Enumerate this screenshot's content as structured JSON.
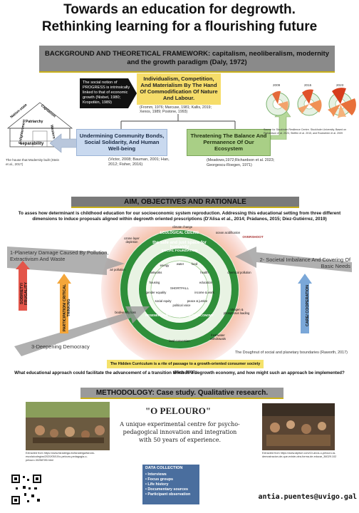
{
  "title": {
    "line1": "Towards an education for degrowth.",
    "line2": "Rethinking learning for a flourishing future"
  },
  "background": {
    "bar_text": "BACKGROUND AND THEORETICAL FRAMEWORK: capitalism, neoliberalism, modernity and the growth paradigm (Daly, 1972)",
    "progress_note": "The social notion of PROGRESS is intrinsically linked to that of economic growth (Nisbet, 1980; Kropotkin, 1989)",
    "individualism": "Individualism, Competition, And Materialism By The Hand Of Commodification Of Nature And Labour.",
    "individualism_cite": "(Fromm, 1976; Marcuse, 1981; Kallis, 2019; Xenos, 1989; Postone, 1993)",
    "undermining": "Undermining Community Bonds, Social Solidarity, And Human Well-being",
    "undermining_cite": "(Victor, 2008; Bauman, 2001; Han, 2012; Fisher, 2016)",
    "threatening": "Threatening The Balance And Permanence Of Our Ecosystem",
    "threatening_cite": "(Meadows,1972;Richardson et al. 2023; Georgescu-Roegen, 1971)",
    "house_words": [
      "separability",
      "Enlightenment",
      "Capitalism",
      "Nation-state",
      "Western",
      "Patriarchy"
    ],
    "house_caption": "The house that Modernity built (Stein et al., 2017)",
    "donut_years": [
      "2009",
      "2015",
      "2023"
    ],
    "donut_caption": "Source for Stockholm Resilience Centre. Stockholm University. Based on Richardson et al. 2023, Steffen et al. 2015, and Rockström et al. 2009"
  },
  "aim": {
    "bar_text": "AIM, OBJECTIVES AND RATIONALE",
    "text": "To asses how determinant is childhood education for our socioeconomic system reproduction. Addressing this educational setting from three different dimensions to induce proposals aligned within degrowth oriented prescriptions (D'Alisa et al., 2014; Prádanos, 2015; Díez-Gutiérrez, 2019)"
  },
  "diagram": {
    "dim1": "1-Planetary Damage Caused By Pollution, Extractivism And Waste",
    "dim2": "2- Societal Imbalance And Covering Of Basic Needs",
    "dim3": "3-Deepening Democracy",
    "sobriety": "SOBRIETY/ FRUGALITY",
    "participation": "PARTICIPATION/ CRITICAL THINKING",
    "care": "CARE/ COOPERATION",
    "ring_outer": "ECOLOGICAL CEILING",
    "ring_safe": "the safe and just space for humanity",
    "ring_social": "SOCIAL FOUNDATION",
    "ring_bottom": "REGENERATIVE AND DISTRIBUTIVE ECONOMY",
    "center": "SHORTFALL",
    "overshoot": "OVERSHOOT",
    "pressures": [
      "climate change",
      "ocean acidification",
      "chemical pollution",
      "nitrogen & phosphorus loading",
      "freshwater withdrawals",
      "land conversion",
      "biodiversity loss",
      "air pollution",
      "ozone layer depletion"
    ],
    "needs": [
      "water",
      "food",
      "health",
      "education",
      "income & work",
      "peace & justice",
      "political voice",
      "social equity",
      "gender equality",
      "housing",
      "networks",
      "energy"
    ],
    "caption": "The Doughnut of social and planetary boundaries (Raworth, 2017)"
  },
  "hidden_curriculum": "The Hidden Curriculum is a rite of passage to a growth-oriented consumer society (Illich, 2006).",
  "question": "What educational approach could facilitate the advancement of a transition towards a degrowth economy, and how might such an approach be implemented?",
  "methodology": {
    "bar_text": "METHODOLOGY: Case study. Qualitative research.",
    "photo1_caption": "Extracted from https://www.faradeiga.es/faradeiga/farodo-escola/colegios/2020/05/10/o-pelouro-pedagogia-o-pelouro.30258785.html",
    "photo2_caption": "Extracted from https://www.alpiturl.com/10-anos-o-pelouro-la-demostracion-de-que-existe-otra-forma-de-educar_36029.102",
    "name": "\"O PELOURO\"",
    "description": "A unique experimental centre for psycho-pedagogical innovation and integration with 50 years of experience.",
    "data_collection_title": "DATA COLLECTION",
    "data_collection": [
      "Interviews",
      "Focus groups",
      "Life history",
      "Documentary sources",
      "Participant observation"
    ]
  },
  "email": "antia.puentes@uvigo.gal",
  "colors": {
    "accent_yellow": "#f6dd6a",
    "bar_grey": "#7a7a7a",
    "green_ring": "#2f8f3a",
    "blue_box": "#c9d9ef"
  }
}
